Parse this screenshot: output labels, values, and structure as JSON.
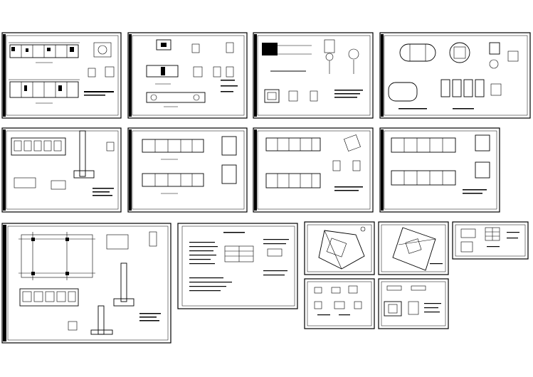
{
  "sheets": [
    {
      "id": "s01",
      "kind": "plan-long"
    },
    {
      "id": "s02",
      "kind": "details"
    },
    {
      "id": "s03",
      "kind": "details"
    },
    {
      "id": "s04",
      "kind": "tanks"
    },
    {
      "id": "s05",
      "kind": "plan-section"
    },
    {
      "id": "s06",
      "kind": "plan-long"
    },
    {
      "id": "s07",
      "kind": "plan-long"
    },
    {
      "id": "s08",
      "kind": "plan-long"
    },
    {
      "id": "s09",
      "kind": "large-plan"
    },
    {
      "id": "s10",
      "kind": "notes"
    },
    {
      "id": "s11",
      "kind": "site"
    },
    {
      "id": "s12",
      "kind": "site"
    },
    {
      "id": "s13",
      "kind": "details-small"
    },
    {
      "id": "s14",
      "kind": "details-small"
    },
    {
      "id": "s15",
      "kind": "details-small"
    }
  ]
}
